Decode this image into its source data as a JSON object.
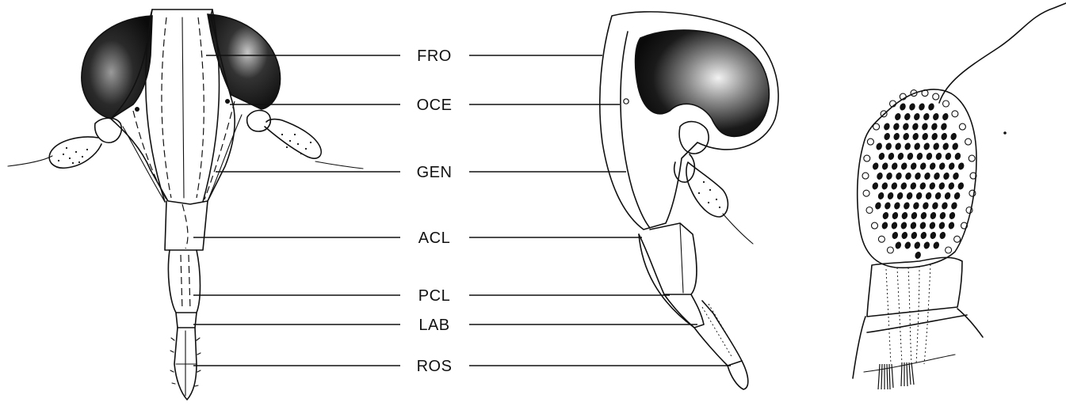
{
  "labels": [
    {
      "key": "fro",
      "text": "FRO"
    },
    {
      "key": "oce",
      "text": "OCE"
    },
    {
      "key": "gen",
      "text": "GEN"
    },
    {
      "key": "acl",
      "text": "ACL"
    },
    {
      "key": "pcl",
      "text": "PCL"
    },
    {
      "key": "lab",
      "text": "LAB"
    },
    {
      "key": "ros",
      "text": "ROS"
    }
  ],
  "colors": {
    "ink": "#111111",
    "background": "#ffffff"
  }
}
